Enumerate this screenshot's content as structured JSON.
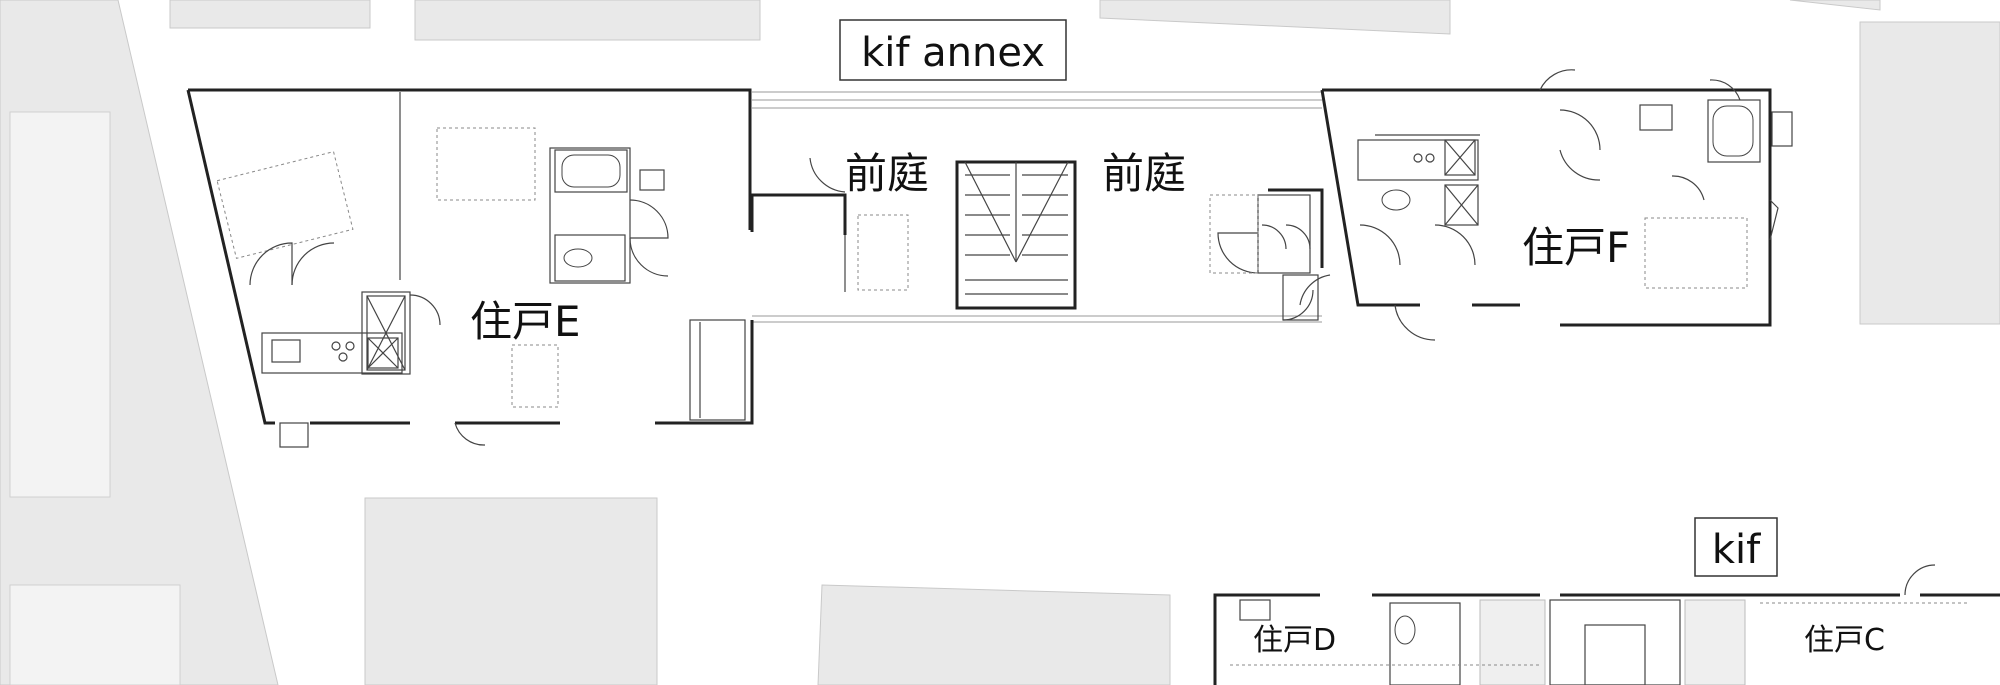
{
  "title_annex": "kif annex",
  "title_kif": "kif",
  "rooms": {
    "unit_e": "住戸E",
    "unit_f": "住戸F",
    "unit_d": "住戸D",
    "unit_c": "住戸C",
    "front_garden_1": "前庭",
    "front_garden_2": "前庭"
  },
  "colors": {
    "background": "#ffffff",
    "neighbor_buildings": "#e9e9e9",
    "walls": "#222222"
  }
}
